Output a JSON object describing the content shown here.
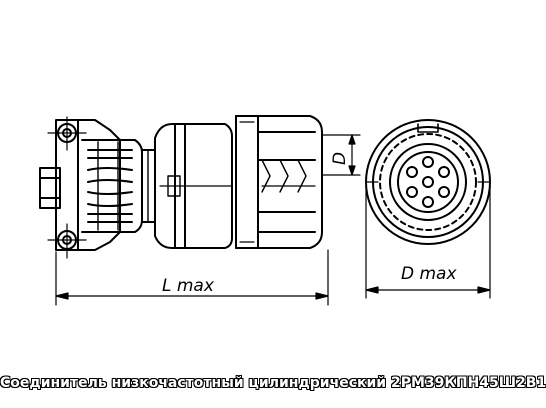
{
  "dimensions": {
    "length_label": "L max",
    "diameter_label": "D max",
    "side_label": "D"
  },
  "caption": "Соединитель низкочастотный цилиндрический 2РМ39КПН45Ш2В1"
}
